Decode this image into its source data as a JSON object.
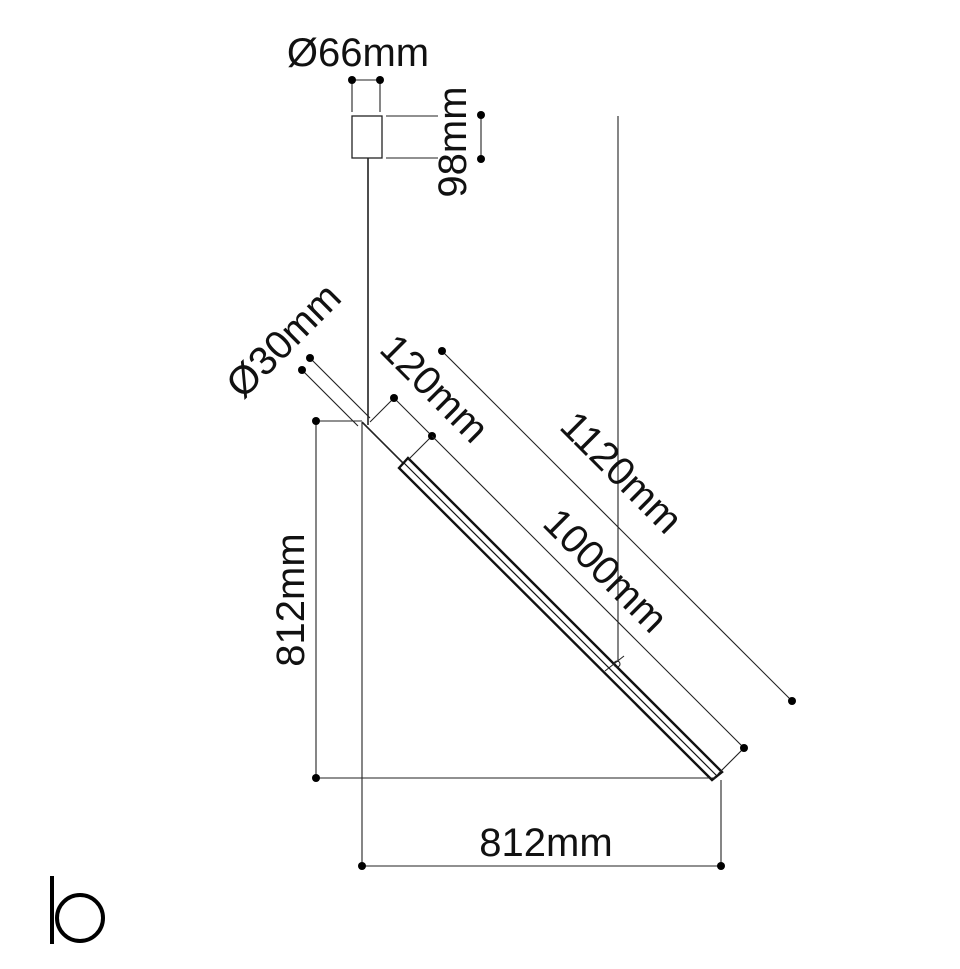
{
  "dimensions": {
    "canopy_diameter": "Ø66mm",
    "canopy_height": "98mm",
    "tube_diameter": "Ø30mm",
    "offset_length": "120mm",
    "total_length": "1120mm",
    "light_length": "1000mm",
    "height": "812mm",
    "width": "812mm"
  },
  "logo": {
    "text": "lo",
    "color": "#000000"
  },
  "colors": {
    "line": "#222222",
    "dot": "#000000",
    "background": "#ffffff"
  }
}
